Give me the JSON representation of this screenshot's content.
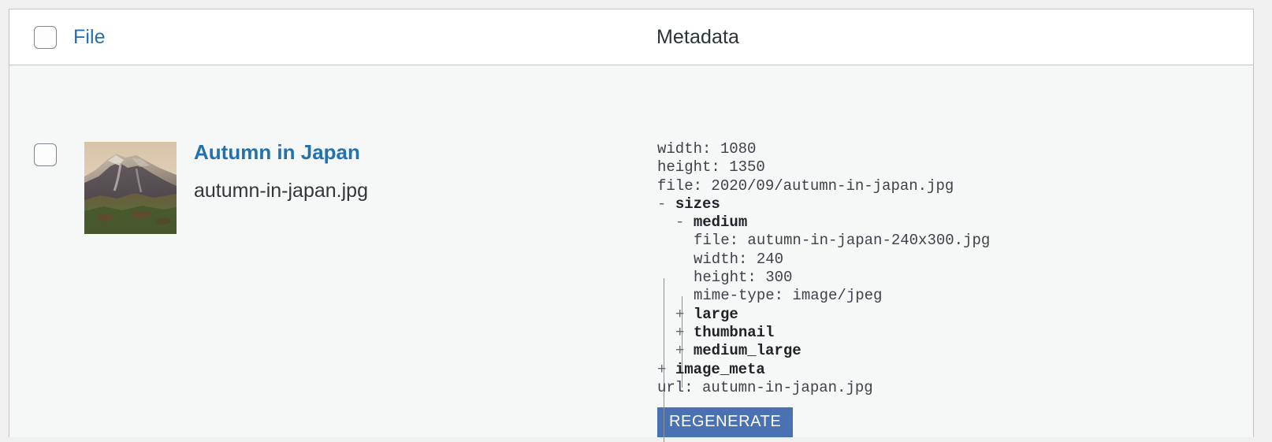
{
  "table": {
    "header": {
      "select_all_label": "select-all",
      "file_column": "File",
      "metadata_column": "Metadata"
    },
    "row": {
      "select_label": "select-row",
      "title": "Autumn in Japan",
      "filename": "autumn-in-japan.jpg",
      "thumbnail_alt": "Autumn in Japan mountain landscape thumbnail",
      "regenerate_label": "REGENERATE"
    }
  },
  "metadata": {
    "lines": [
      {
        "indent": 0,
        "toggle": "",
        "text": "width: 1080",
        "bold": false
      },
      {
        "indent": 0,
        "toggle": "",
        "text": "height: 1350",
        "bold": false
      },
      {
        "indent": 0,
        "toggle": "",
        "text": "file: 2020/09/autumn-in-japan.jpg",
        "bold": false
      },
      {
        "indent": 0,
        "toggle": "-",
        "text": "sizes",
        "bold": true
      },
      {
        "indent": 1,
        "toggle": "-",
        "text": "medium",
        "bold": true
      },
      {
        "indent": 2,
        "toggle": "",
        "text": "file: autumn-in-japan-240x300.jpg",
        "bold": false
      },
      {
        "indent": 2,
        "toggle": "",
        "text": "width: 240",
        "bold": false
      },
      {
        "indent": 2,
        "toggle": "",
        "text": "height: 300",
        "bold": false
      },
      {
        "indent": 2,
        "toggle": "",
        "text": "mime-type: image/jpeg",
        "bold": false
      },
      {
        "indent": 1,
        "toggle": "+",
        "text": "large",
        "bold": true
      },
      {
        "indent": 1,
        "toggle": "+",
        "text": "thumbnail",
        "bold": true
      },
      {
        "indent": 1,
        "toggle": "+",
        "text": "medium_large",
        "bold": true
      },
      {
        "indent": 0,
        "toggle": "+",
        "text": "image_meta",
        "bold": true
      },
      {
        "indent": 0,
        "toggle": "",
        "text": "url: autumn-in-japan.jpg",
        "bold": false
      }
    ]
  },
  "colors": {
    "link": "#2271b1",
    "button": "#4a72b3",
    "row_background": "#f6f7f7",
    "page_background": "#f0f0f1",
    "border": "#c3c4c7"
  }
}
